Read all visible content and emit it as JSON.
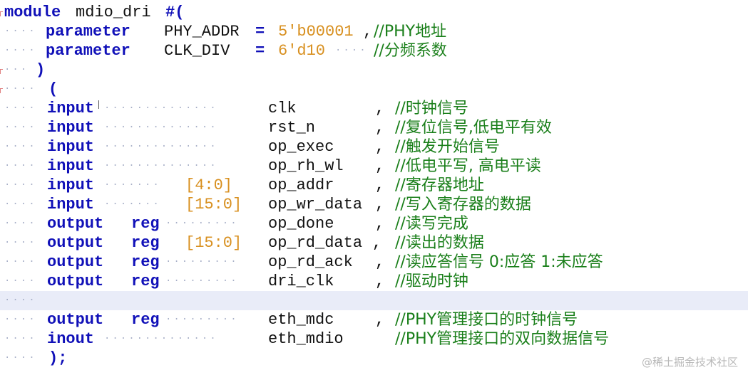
{
  "code": {
    "l1": {
      "kw": "module",
      "name": "mdio_dri",
      "rest": "#("
    },
    "l2": {
      "kw": "parameter",
      "name": "PHY_ADDR",
      "eq": "=",
      "val": "5'b00001",
      "pn": ",",
      "cm": "//PHY地址"
    },
    "l3": {
      "kw": "parameter",
      "name": "CLK_DIV",
      "eq": "=",
      "val": "6'd10",
      "cm": "//分频系数"
    },
    "l4": {
      "br": ")"
    },
    "l5": {
      "br": "("
    },
    "ports": [
      {
        "dir": "input",
        "reg": "",
        "width": "",
        "name": "clk",
        "pn": ",",
        "cm": "//时钟信号"
      },
      {
        "dir": "input",
        "reg": "",
        "width": "",
        "name": "rst_n",
        "pn": ",",
        "cm": "//复位信号,低电平有效"
      },
      {
        "dir": "input",
        "reg": "",
        "width": "",
        "name": "op_exec",
        "pn": ",",
        "cm": "//触发开始信号"
      },
      {
        "dir": "input",
        "reg": "",
        "width": "",
        "name": "op_rh_wl",
        "pn": ",",
        "cm": "//低电平写, 高电平读"
      },
      {
        "dir": "input",
        "reg": "",
        "width": "[4:0]",
        "name": "op_addr",
        "pn": ",",
        "cm": "//寄存器地址"
      },
      {
        "dir": "input",
        "reg": "",
        "width": "[15:0]",
        "name": "op_wr_data",
        "pn": ",",
        "cm": "//写入寄存器的数据"
      },
      {
        "dir": "output",
        "reg": "reg",
        "width": "",
        "name": "op_done",
        "pn": ",",
        "cm": "//读写完成"
      },
      {
        "dir": "output",
        "reg": "reg",
        "width": "[15:0]",
        "name": "op_rd_data",
        "pn": ",",
        "cm": "//读出的数据"
      },
      {
        "dir": "output",
        "reg": "reg",
        "width": "",
        "name": "op_rd_ack",
        "pn": ",",
        "cm": "//读应答信号 0:应答 1:未应答"
      },
      {
        "dir": "output",
        "reg": "reg",
        "width": "",
        "name": "dri_clk",
        "pn": ",",
        "cm": "//驱动时钟"
      }
    ],
    "ports2": [
      {
        "dir": "output",
        "reg": "reg",
        "width": "",
        "name": "eth_mdc",
        "pn": ",",
        "cm": "//PHY管理接口的时钟信号"
      },
      {
        "dir": "inout",
        "reg": "",
        "width": "",
        "name": "eth_mdio",
        "pn": "",
        "cm": "//PHY管理接口的双向数据信号"
      }
    ],
    "end": {
      "br": ");"
    }
  },
  "watermark": "@稀土掘金技术社区",
  "colors": {
    "keyword": "#1010b8",
    "number": "#d89020",
    "comment": "#1a7f1a",
    "current_line": "#e9ecf8"
  }
}
